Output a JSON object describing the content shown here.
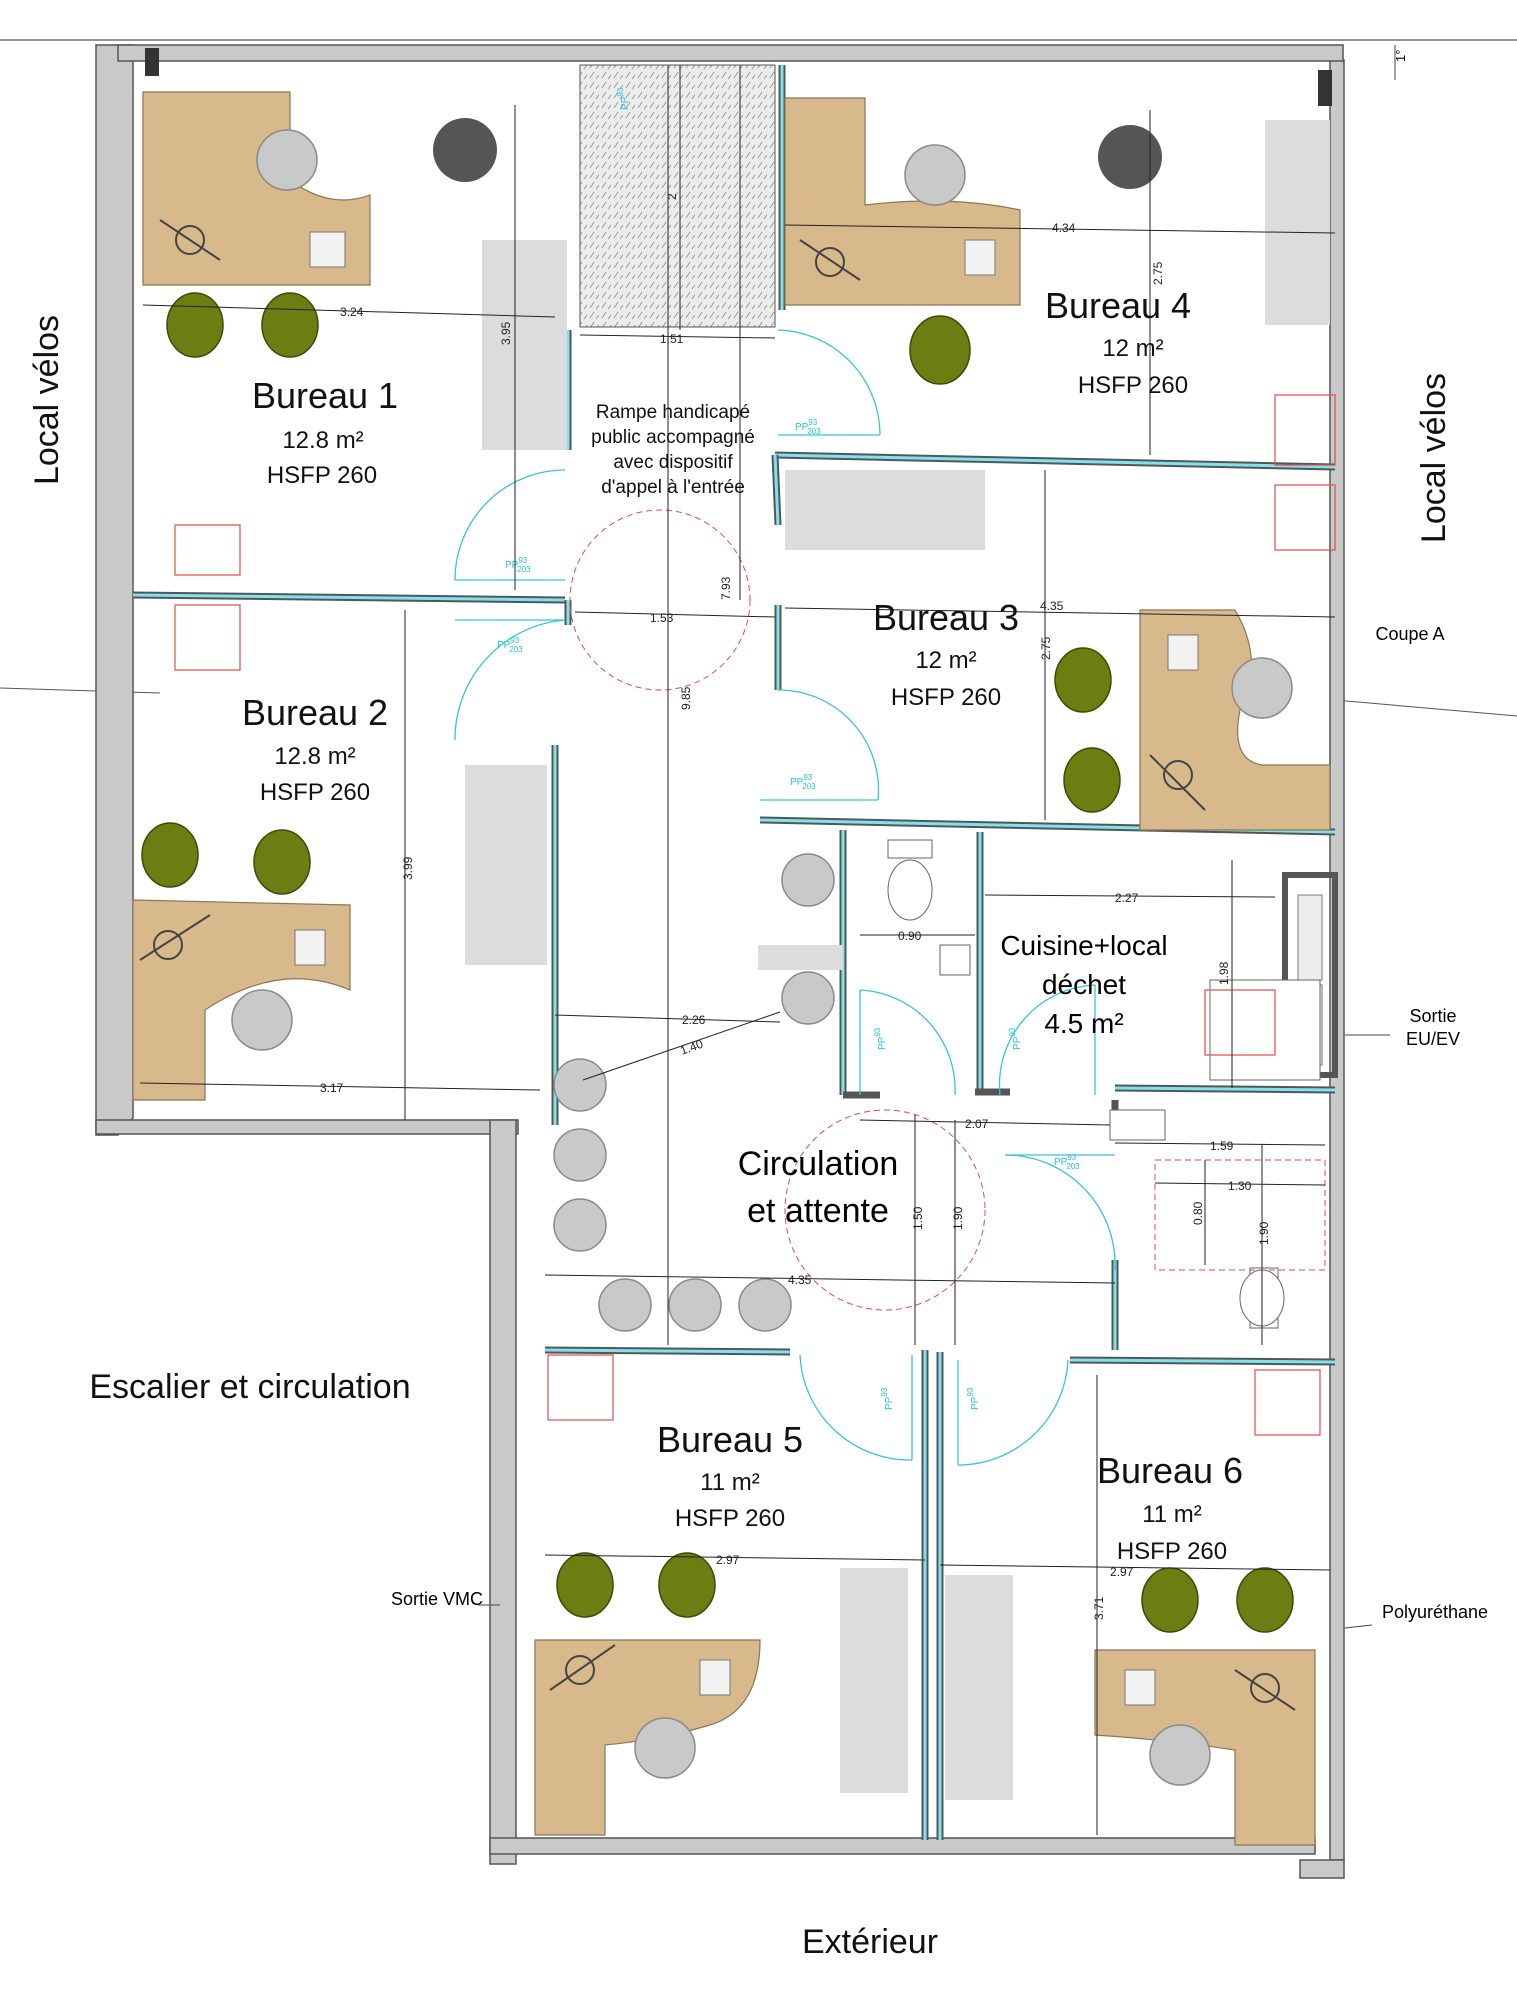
{
  "rooms": [
    {
      "name": "Bureau 1",
      "area": "12.8 m²",
      "height": "HSFP 260"
    },
    {
      "name": "Bureau 2",
      "area": "12.8 m²",
      "height": "HSFP 260"
    },
    {
      "name": "Bureau 3",
      "area": "12 m²",
      "height": "HSFP 260"
    },
    {
      "name": "Bureau 4",
      "area": "12 m²",
      "height": "HSFP 260"
    },
    {
      "name": "Bureau 5",
      "area": "11 m²",
      "height": "HSFP 260"
    },
    {
      "name": "Bureau 6",
      "area": "11 m²",
      "height": "HSFP 260"
    }
  ],
  "kitchen": {
    "line1": "Cuisine+local",
    "line2": "déchet",
    "area": "4.5 m²"
  },
  "circulation": {
    "line1": "Circulation",
    "line2": "et attente"
  },
  "ramp_note": [
    "Rampe handicapé",
    "public accompagné",
    "avec dispositif",
    "d'appel à l'entrée"
  ],
  "exterior_labels": {
    "local_velos_left": "Local vélos",
    "local_velos_right": "Local vélos",
    "escalier": "Escalier et circulation",
    "exterieur": "Extérieur"
  },
  "annotations": {
    "coupe_a": "Coupe A",
    "sortie_eu": [
      "Sortie",
      "EU/EV"
    ],
    "sortie_vmc": "Sortie VMC",
    "polyurethane": "Polyuréthane",
    "slope": "1°"
  },
  "door_label": {
    "main": "PP",
    "sup": "93",
    "sub": "203"
  },
  "dimensions": {
    "d1": "3.24",
    "d2": "3.95",
    "d3": "1.51",
    "d4": "2",
    "d5": "4.34",
    "d6": "2.75",
    "d7": "1.53",
    "d8": "7.93",
    "d9": "9.85",
    "d10": "4.35",
    "d11": "2.75",
    "d12": "3.99",
    "d13": "2.27",
    "d14": "0.90",
    "d15": "1.98",
    "d16": "2.26",
    "d17": "1.40",
    "d18": "3.17",
    "d19": "2.07",
    "d20": "1.59",
    "d21": "1.30",
    "d22": "0.80",
    "d23": "1.90",
    "d24": "1.50",
    "d25": "1.90",
    "d26": "4.35",
    "d27": "2.97",
    "d28": "2.97",
    "d29": "3.71"
  }
}
